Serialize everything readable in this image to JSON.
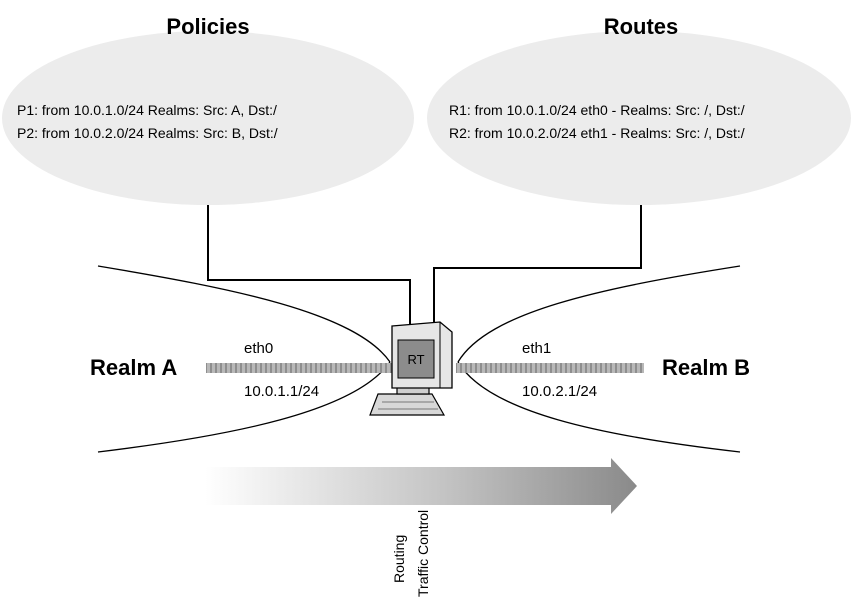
{
  "policies": {
    "title": "Policies",
    "lines": [
      "P1: from 10.0.1.0/24 Realms: Src: A, Dst:/",
      "P2: from 10.0.2.0/24 Realms: Src: B, Dst:/"
    ]
  },
  "routes": {
    "title": "Routes",
    "lines": [
      "R1: from 10.0.1.0/24 eth0 - Realms: Src: /, Dst:/",
      "R2: from 10.0.2.0/24 eth1 - Realms: Src: /, Dst:/"
    ]
  },
  "realm_a": {
    "label": "Realm A",
    "iface": "eth0",
    "address": "10.0.1.1/24"
  },
  "realm_b": {
    "label": "Realm B",
    "iface": "eth1",
    "address": "10.0.2.1/24"
  },
  "router": {
    "label": "RT"
  },
  "flow": {
    "labels": [
      "Routing",
      "Traffic Control"
    ]
  },
  "colors": {
    "cloud": "#ececec",
    "link": "#9a9a9a",
    "router_body": "#e6e6e6",
    "router_screen": "#8c8c8c",
    "arrow_start": "#ffffff",
    "arrow_end": "#8a8a8a"
  }
}
